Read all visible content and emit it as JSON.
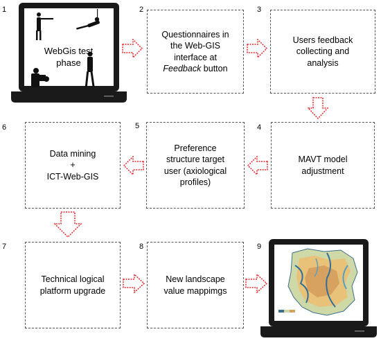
{
  "steps": [
    {
      "num": "1",
      "line1": "WebGis test",
      "line2": "phase"
    },
    {
      "num": "2",
      "line1": "Questionnaires in",
      "line2": "the Web-GIS",
      "line3": "interface at",
      "line4_em": "Feedback",
      "line4_rest": " button"
    },
    {
      "num": "3",
      "line1": "Users feedback",
      "line2": "collecting and",
      "line3": "analysis"
    },
    {
      "num": "4",
      "line1": "MAVT model",
      "line2": "adjustment"
    },
    {
      "num": "5",
      "line1": "Preference",
      "line2": "structure target",
      "line3": "user (axiological",
      "line4": "profiles)"
    },
    {
      "num": "6",
      "line1": "Data mining",
      "line2": "+",
      "line3": "ICT-Web-GIS"
    },
    {
      "num": "7",
      "line1": "Technical logical",
      "line2": "platform upgrade"
    },
    {
      "num": "8",
      "line1": "New landscape",
      "line2": "value mappimgs"
    },
    {
      "num": "9"
    }
  ],
  "colors": {
    "arrow": "#e8262b",
    "frame": "#1a1a1a",
    "box_border": "#555555"
  }
}
